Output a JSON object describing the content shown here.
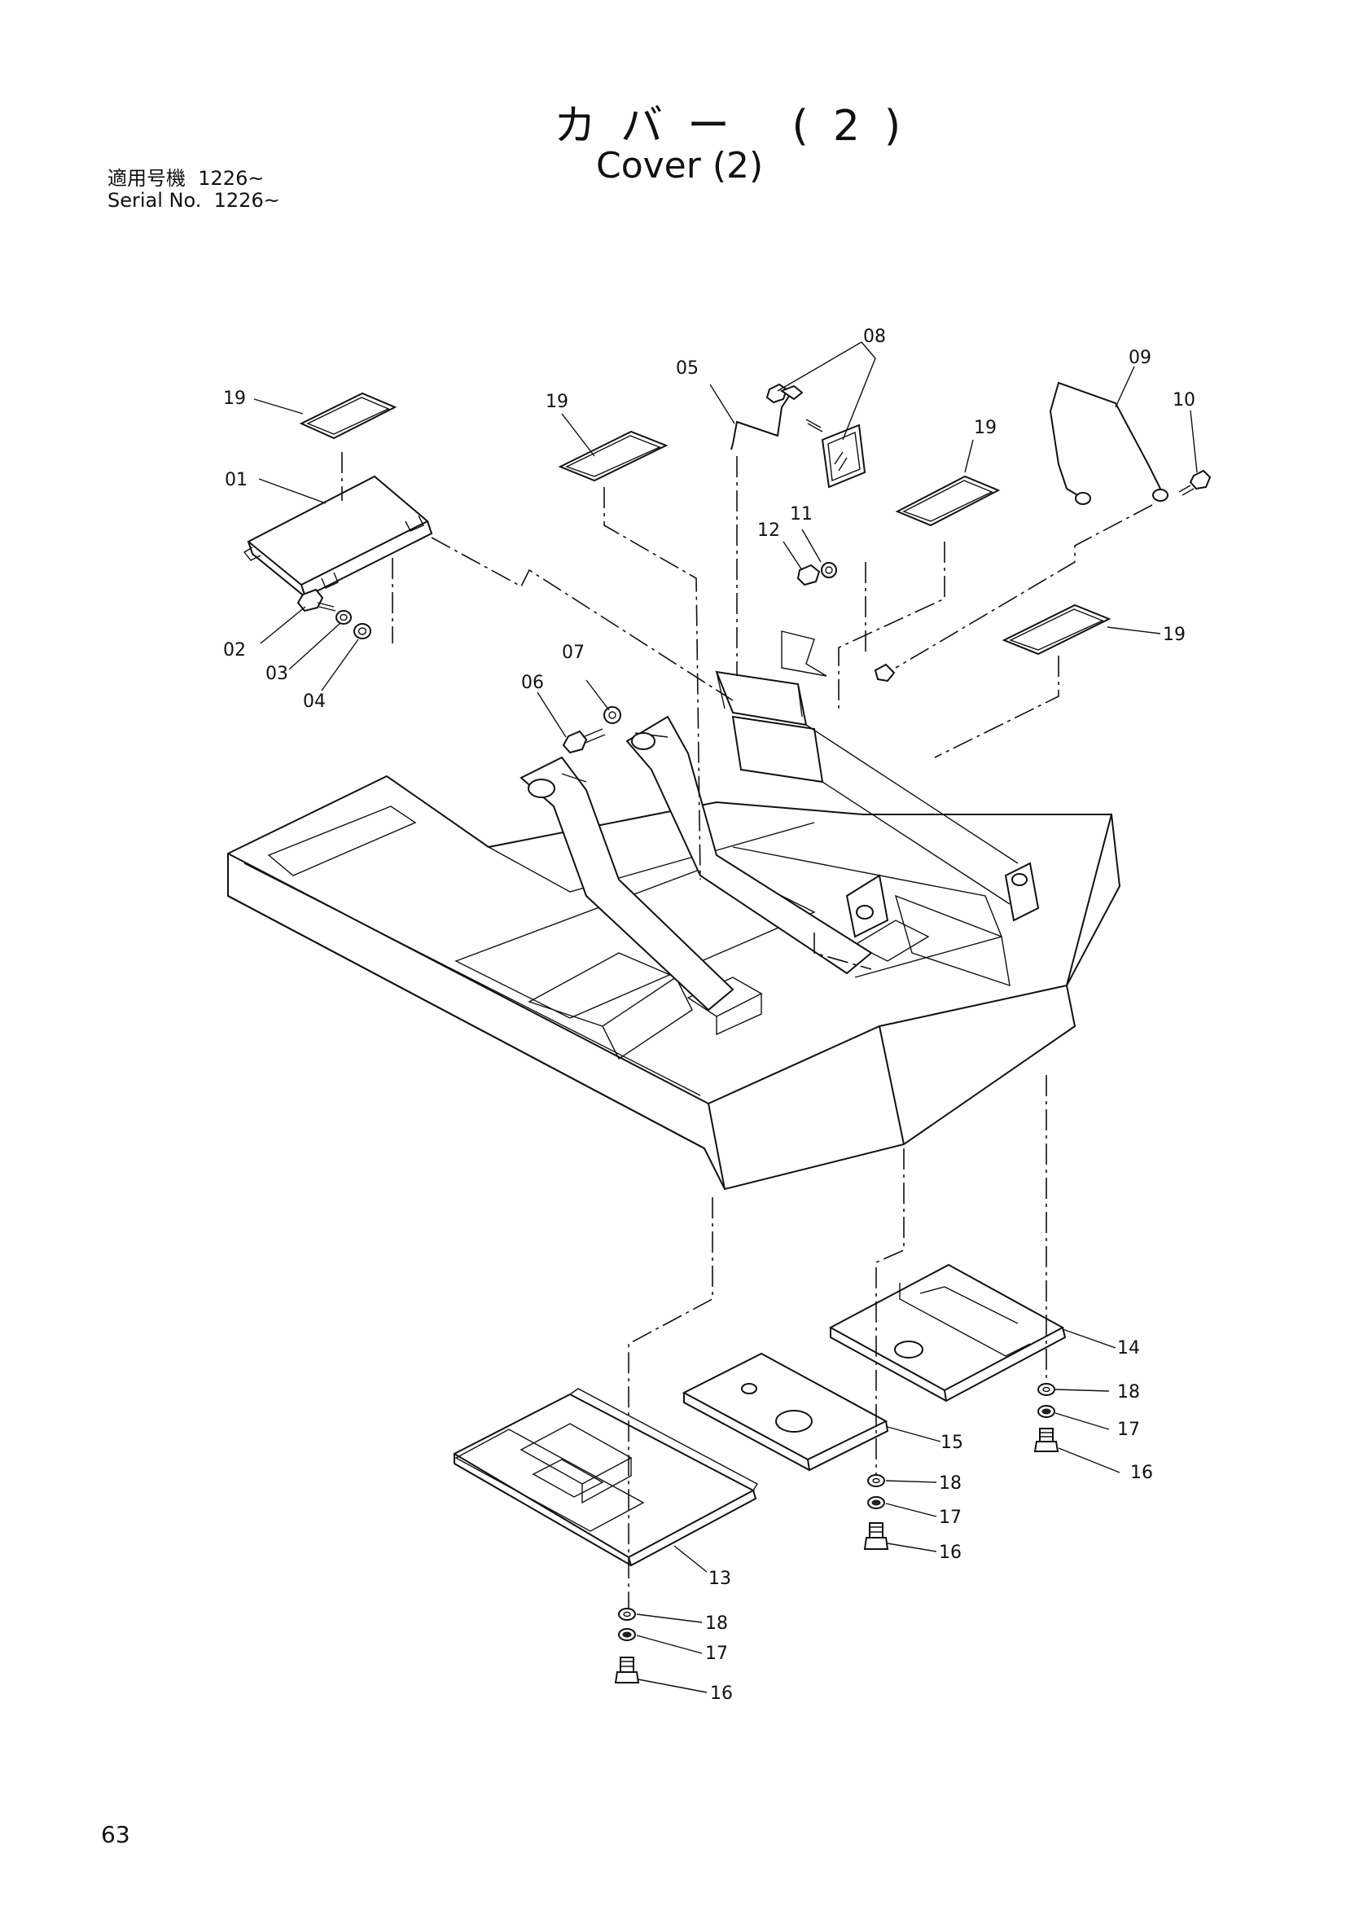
{
  "header": {
    "title_jp": "カバー (2)",
    "title_en": "Cover (2)",
    "serial_jp": "適用号機  1226~",
    "serial_en": "Serial No.  1226~"
  },
  "page_number": "63",
  "callouts": {
    "c01": "01",
    "c02": "02",
    "c03": "03",
    "c04": "04",
    "c05": "05",
    "c06": "06",
    "c07": "07",
    "c08": "08",
    "c09": "09",
    "c10": "10",
    "c11": "11",
    "c12": "12",
    "c13": "13",
    "c14": "14",
    "c15": "15",
    "c16a": "16",
    "c16b": "16",
    "c16c": "16",
    "c17a": "17",
    "c17b": "17",
    "c17c": "17",
    "c18a": "18",
    "c18b": "18",
    "c18c": "18",
    "c19a": "19",
    "c19b": "19",
    "c19c": "19",
    "c19d": "19"
  }
}
